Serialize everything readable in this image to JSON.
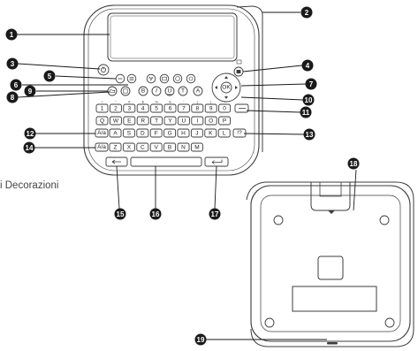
{
  "caption": "i Decorazioni",
  "keyboard": {
    "row1": [
      "1",
      "2",
      "3",
      "4",
      "5",
      "6",
      "7",
      "8",
      "9",
      "0"
    ],
    "row2": [
      "Q",
      "W",
      "E",
      "R",
      "T",
      "Y",
      "U",
      "I",
      "O",
      "P"
    ],
    "row3": [
      "A",
      "S",
      "D",
      "F",
      "G",
      "H",
      "J",
      "K",
      "L"
    ],
    "row4": [
      "Z",
      "X",
      "C",
      "V",
      "B",
      "N",
      "M"
    ],
    "aa_key": "A/a",
    "ok_key": "OK",
    "row1_superscripts": [
      "!",
      "\"",
      "#",
      "$",
      "%",
      "&",
      "'",
      "(",
      ")",
      "="
    ],
    "func_keys": [
      "B",
      "I",
      "U",
      "T",
      "A"
    ]
  },
  "callouts": [
    "1",
    "2",
    "3",
    "4",
    "5",
    "6",
    "7",
    "8",
    "9",
    "10",
    "11",
    "12",
    "13",
    "14",
    "15",
    "16",
    "17",
    "18",
    "19"
  ]
}
